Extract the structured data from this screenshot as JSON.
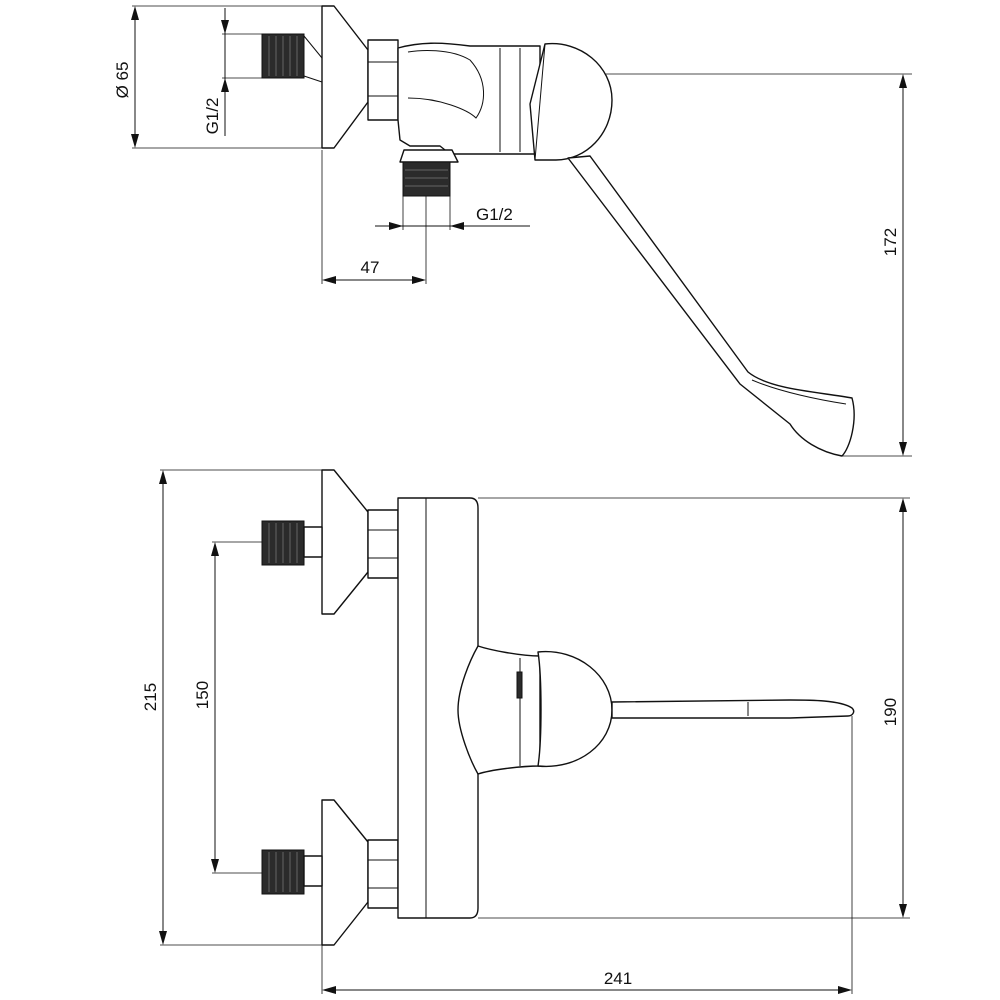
{
  "dimensions": {
    "top_view": {
      "diameter_label": "Ø 65",
      "inlet_thread_label": "G1/2",
      "outlet_thread_label": "G1/2",
      "outlet_offset_label": "47",
      "lever_height_label": "172"
    },
    "front_view": {
      "overall_height_label": "215",
      "inlet_spacing_label": "150",
      "body_height_label": "190",
      "overall_width_label": "241"
    }
  }
}
